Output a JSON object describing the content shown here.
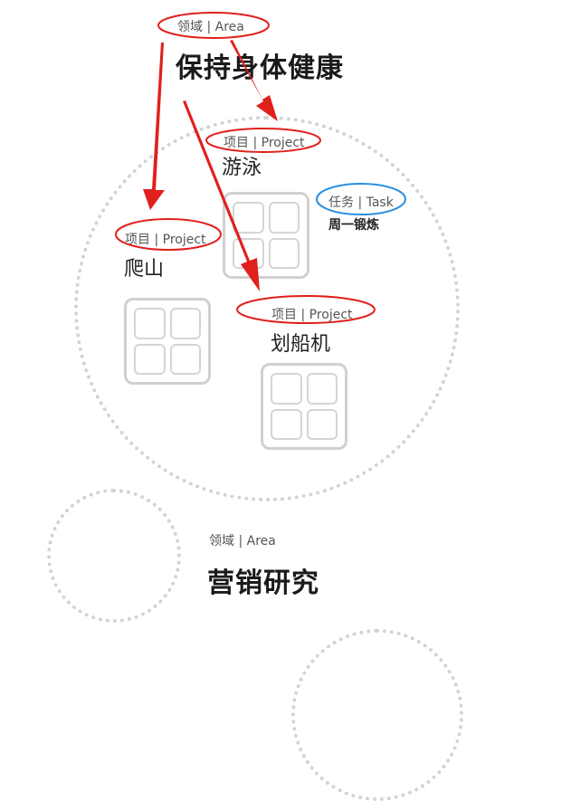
{
  "area_main": {
    "tag": "领域 | Area",
    "title": "保持身体健康"
  },
  "projects": [
    {
      "tag": "项目 | Project",
      "title": "游泳"
    },
    {
      "tag": "项目 | Project",
      "title": "爬山"
    },
    {
      "tag": "项目 | Project",
      "title": "划船机"
    }
  ],
  "task": {
    "tag": "任务 | Task",
    "title": "周一锻炼"
  },
  "area_secondary": {
    "tag": "领域 | Area",
    "title": "营销研究"
  },
  "colors": {
    "annotation_red": "#e0201c",
    "annotation_blue": "#2a8fe0",
    "dotted_gray": "#d3d3d3"
  }
}
